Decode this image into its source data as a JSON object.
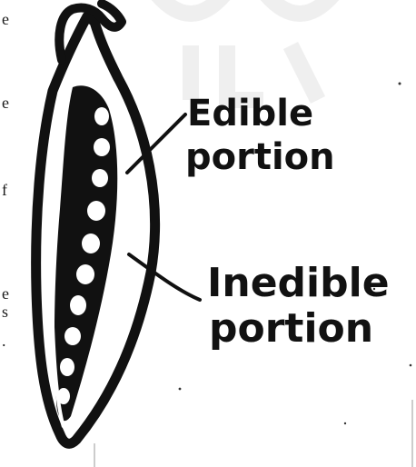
{
  "labels": {
    "edible_line1": "Edible",
    "edible_line2": "portion",
    "inedible_line1": "Inedible",
    "inedible_line2": "portion"
  },
  "margin_fragments": [
    "e",
    "e",
    "f",
    "e",
    "s",
    "."
  ],
  "colors": {
    "ink": "#111111",
    "paper": "#ffffff"
  }
}
